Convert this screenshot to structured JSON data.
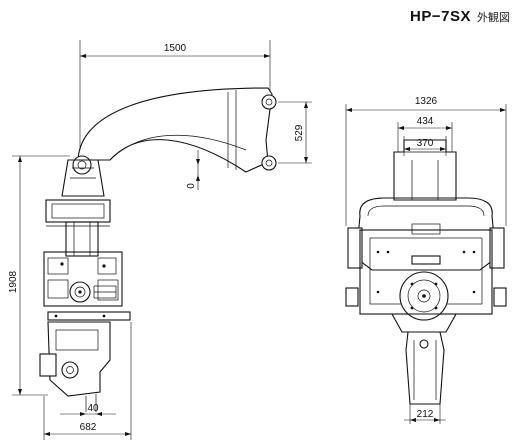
{
  "title": {
    "model": "HP−7SX",
    "view": "外観図"
  },
  "dimensions": {
    "arm_reach": "1500",
    "arm_height": "529",
    "offset": "0",
    "overall_height": "1908",
    "clamp_offset": "40",
    "side_depth": "682",
    "front_width": "1326",
    "frame_width": "434",
    "inner_width": "370",
    "jaw_width": "212"
  }
}
